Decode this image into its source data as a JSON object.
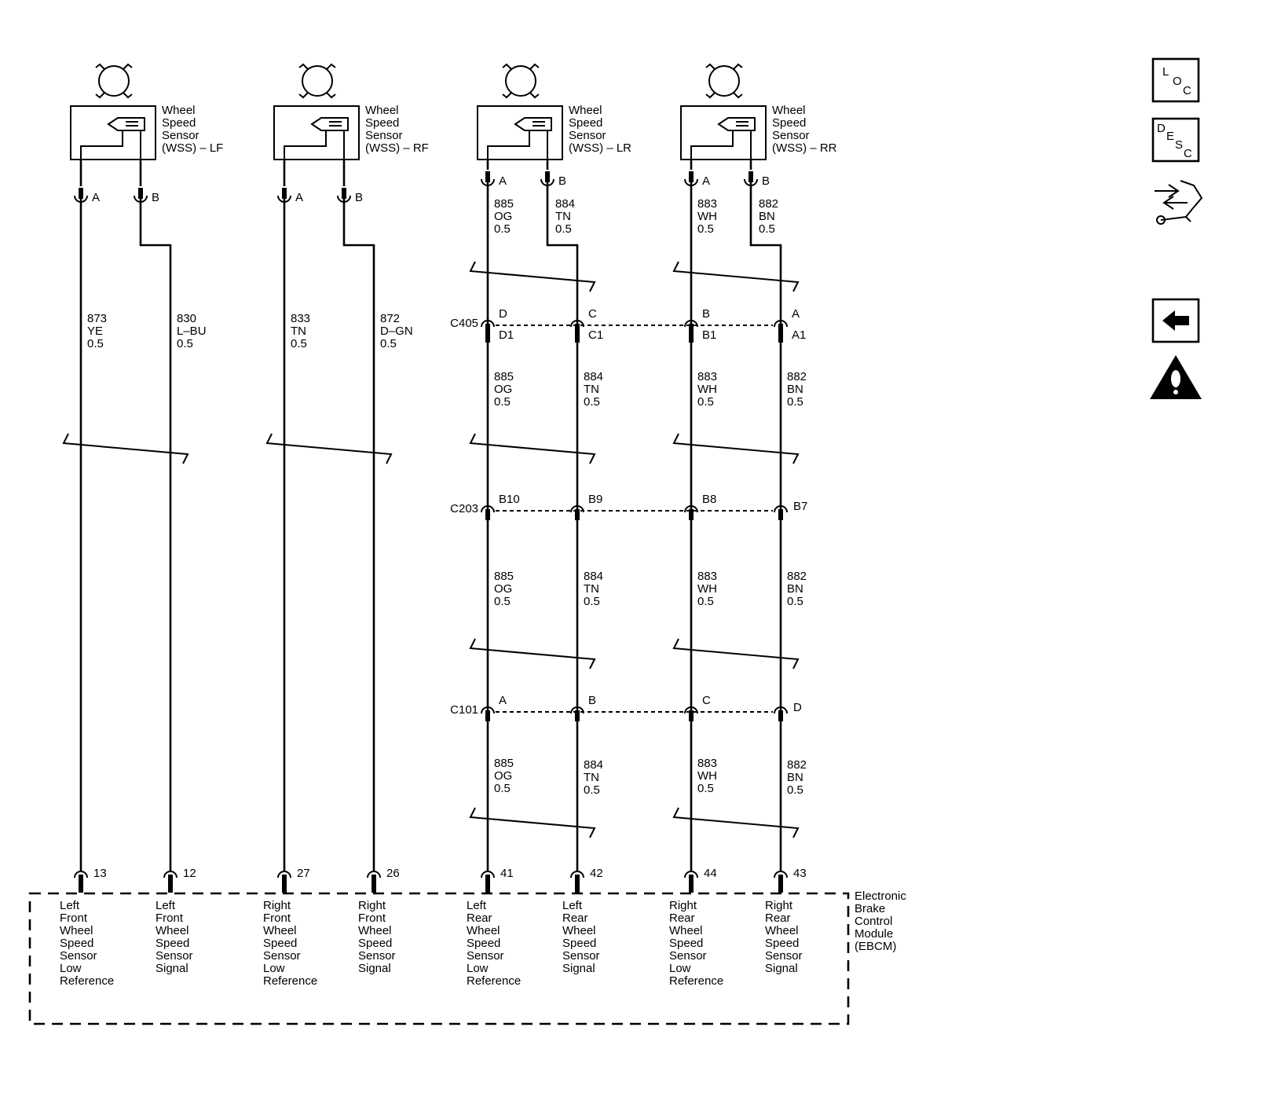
{
  "sensors": [
    {
      "label": [
        "Wheel",
        "Speed",
        "Sensor",
        "(WSS) – LF"
      ],
      "pins": [
        "A",
        "B"
      ]
    },
    {
      "label": [
        "Wheel",
        "Speed",
        "Sensor",
        "(WSS) – RF"
      ],
      "pins": [
        "A",
        "B"
      ]
    },
    {
      "label": [
        "Wheel",
        "Speed",
        "Sensor",
        "(WSS) – LR"
      ],
      "pins": [
        "A",
        "B"
      ]
    },
    {
      "label": [
        "Wheel",
        "Speed",
        "Sensor",
        "(WSS) – RR"
      ],
      "pins": [
        "A",
        "B"
      ]
    }
  ],
  "front_wires": [
    {
      "circuit": "873",
      "color": "YE",
      "size": "0.5"
    },
    {
      "circuit": "830",
      "color": "L–BU",
      "size": "0.5"
    },
    {
      "circuit": "833",
      "color": "TN",
      "size": "0.5"
    },
    {
      "circuit": "872",
      "color": "D–GN",
      "size": "0.5"
    }
  ],
  "rear_wires": [
    {
      "circuit": "885",
      "color": "OG",
      "size": "0.5"
    },
    {
      "circuit": "884",
      "color": "TN",
      "size": "0.5"
    },
    {
      "circuit": "883",
      "color": "WH",
      "size": "0.5"
    },
    {
      "circuit": "882",
      "color": "BN",
      "size": "0.5"
    }
  ],
  "connectors": [
    {
      "name": "C405",
      "pins_top": [
        "D",
        "C",
        "B",
        "A"
      ],
      "pins_bottom": [
        "D1",
        "C1",
        "B1",
        "A1"
      ]
    },
    {
      "name": "C203",
      "pins_top": [
        "B10",
        "B9",
        "B8",
        "B7"
      ],
      "pins_bottom": []
    },
    {
      "name": "C101",
      "pins_top": [
        "A",
        "B",
        "C",
        "D"
      ],
      "pins_bottom": []
    }
  ],
  "ebcm": {
    "label": [
      "Electronic",
      "Brake",
      "Control",
      "Module",
      "(EBCM)"
    ],
    "terminals": [
      {
        "pin": "13",
        "label": [
          "Left",
          "Front",
          "Wheel",
          "Speed",
          "Sensor",
          "Low",
          "Reference"
        ]
      },
      {
        "pin": "12",
        "label": [
          "Left",
          "Front",
          "Wheel",
          "Speed",
          "Sensor",
          "Signal"
        ]
      },
      {
        "pin": "27",
        "label": [
          "Right",
          "Front",
          "Wheel",
          "Speed",
          "Sensor",
          "Low",
          "Reference"
        ]
      },
      {
        "pin": "26",
        "label": [
          "Right",
          "Front",
          "Wheel",
          "Speed",
          "Sensor",
          "Signal"
        ]
      },
      {
        "pin": "41",
        "label": [
          "Left",
          "Rear",
          "Wheel",
          "Speed",
          "Sensor",
          "Low",
          "Reference"
        ]
      },
      {
        "pin": "42",
        "label": [
          "Left",
          "Rear",
          "Wheel",
          "Speed",
          "Sensor",
          "Signal"
        ]
      },
      {
        "pin": "44",
        "label": [
          "Right",
          "Rear",
          "Wheel",
          "Speed",
          "Sensor",
          "Low",
          "Reference"
        ]
      },
      {
        "pin": "43",
        "label": [
          "Right",
          "Rear",
          "Wheel",
          "Speed",
          "Sensor",
          "Signal"
        ]
      }
    ]
  },
  "side_icons": [
    {
      "name": "loc-icon",
      "letters": [
        "L",
        "O",
        "C"
      ]
    },
    {
      "name": "desc-icon",
      "letters": [
        "D",
        "E",
        "S",
        "C"
      ]
    },
    {
      "name": "connector-repair-icon",
      "letters": []
    },
    {
      "name": "back-arrow-icon",
      "letters": []
    },
    {
      "name": "warning-icon",
      "letters": []
    }
  ]
}
